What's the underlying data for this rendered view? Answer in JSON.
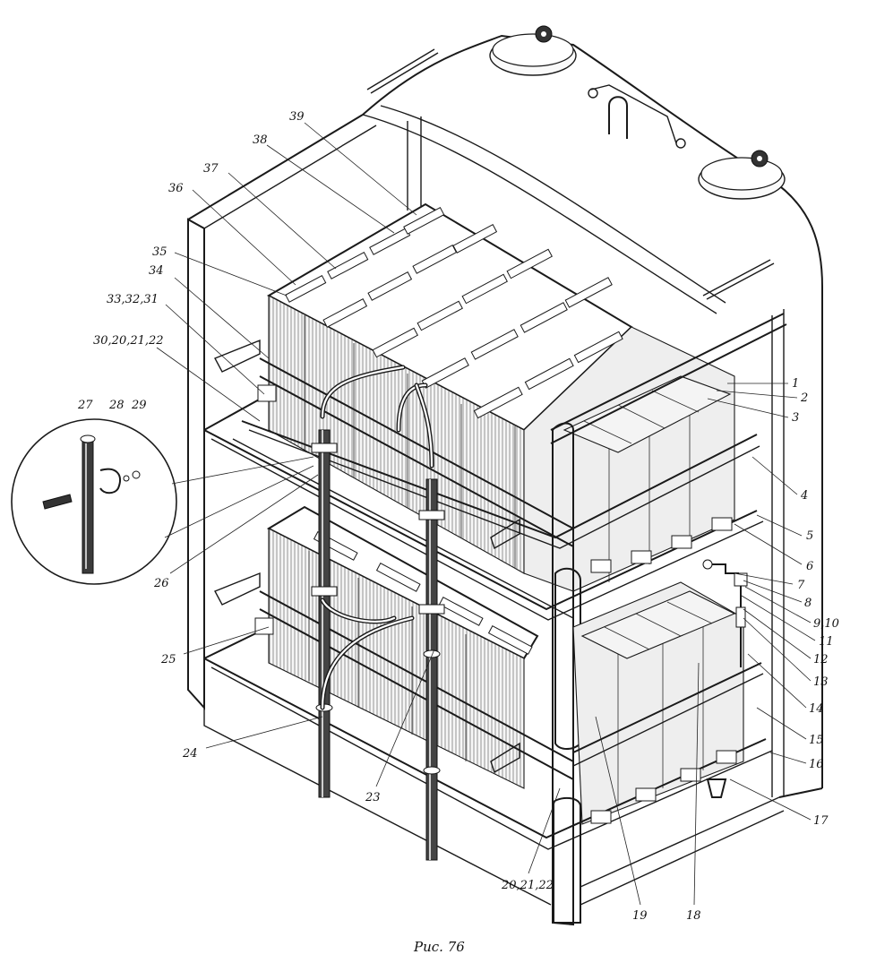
{
  "caption": "Рис. 76",
  "callouts": [
    {
      "id": "1",
      "text": "1"
    },
    {
      "id": "2",
      "text": "2"
    },
    {
      "id": "3",
      "text": "3"
    },
    {
      "id": "4",
      "text": "4"
    },
    {
      "id": "5",
      "text": "5"
    },
    {
      "id": "6",
      "text": "6"
    },
    {
      "id": "7",
      "text": "7"
    },
    {
      "id": "8",
      "text": "8"
    },
    {
      "id": "9_10",
      "text": "9,10"
    },
    {
      "id": "11",
      "text": "11"
    },
    {
      "id": "12",
      "text": "12"
    },
    {
      "id": "13",
      "text": "13"
    },
    {
      "id": "14",
      "text": "14"
    },
    {
      "id": "15",
      "text": "15"
    },
    {
      "id": "16",
      "text": "16"
    },
    {
      "id": "17",
      "text": "17"
    },
    {
      "id": "18",
      "text": "18"
    },
    {
      "id": "19",
      "text": "19"
    },
    {
      "id": "20_21_22_bottom",
      "text": "20,21,22"
    },
    {
      "id": "23",
      "text": "23"
    },
    {
      "id": "24",
      "text": "24"
    },
    {
      "id": "25",
      "text": "25"
    },
    {
      "id": "26",
      "text": "26"
    },
    {
      "id": "27",
      "text": "27"
    },
    {
      "id": "28",
      "text": "28"
    },
    {
      "id": "29",
      "text": "29"
    },
    {
      "id": "30_20_21_22",
      "text": "30,20,21,22"
    },
    {
      "id": "33_32_31",
      "text": "33,32,31"
    },
    {
      "id": "34",
      "text": "34"
    },
    {
      "id": "35",
      "text": "35"
    },
    {
      "id": "36",
      "text": "36"
    },
    {
      "id": "37",
      "text": "37"
    },
    {
      "id": "38",
      "text": "38"
    },
    {
      "id": "39",
      "text": "39"
    }
  ]
}
